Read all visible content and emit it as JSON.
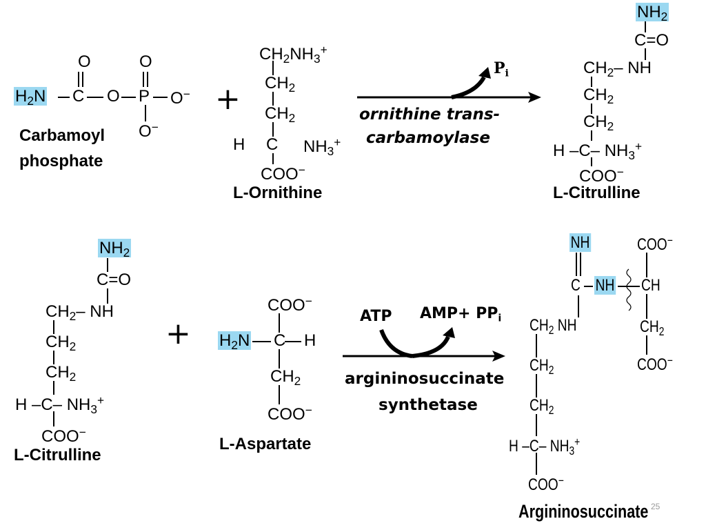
{
  "reaction1": {
    "carbamoyl_phosphate": {
      "amine": "H2N",
      "carbonyl_o": "O",
      "phosphoryl_o": "O",
      "phosphate_o_minus": "O",
      "phosphate_o_minus2": "O",
      "bridge_o": "O",
      "carbon": "C",
      "phosphorus": "P",
      "name_line1": "Carbamoyl",
      "name_line2": "phosphate"
    },
    "ornithine": {
      "ch2nh3": "CH2NH3+",
      "ch2_a": "CH2",
      "ch2_b": "CH2",
      "h": "H",
      "c": "C",
      "nh3": "NH3+",
      "coo": "COO−",
      "name": "L-Ornithine"
    },
    "byproduct": "Pi",
    "enzyme_line1": "ornithine trans-",
    "enzyme_line2": "carbamoylase",
    "citrulline": {
      "nh2": "NH2",
      "co": "C=O",
      "ch2nh": "CH2–NH",
      "ch2_a": "CH2",
      "ch2_b": "CH2",
      "hcnh3": "H–C–NH3+",
      "coo": "COO−",
      "name": "L-Citrulline"
    }
  },
  "reaction2": {
    "citrulline": {
      "nh2": "NH2",
      "co": "C=O",
      "ch2nh": "CH2–NH",
      "ch2_a": "CH2",
      "ch2_b": "CH2",
      "hcnh3": "H–C–NH3+",
      "coo": "COO−",
      "name": "L-Citrulline"
    },
    "aspartate": {
      "coo_top": "COO−",
      "h2n": "H2N",
      "c": "C",
      "h": "H",
      "ch2": "CH2",
      "coo_bottom": "COO−",
      "name": "L-Aspartate"
    },
    "cofactor_in": "ATP",
    "cofactor_out": "AMP+ PPi",
    "enzyme_line1": "argininosuccinate",
    "enzyme_line2": "synthetase",
    "argininosuccinate": {
      "nh_top": "NH",
      "coo_top": "COO−",
      "c_nh": "C–NH",
      "ch": "CH",
      "ch2nh": "CH2–NH",
      "ch2_right": "CH2",
      "ch2_a": "CH2",
      "coo_right": "COO−",
      "ch2_b": "CH2",
      "hcnh3": "H–C–NH3+",
      "coo_bottom": "COO−",
      "name": "Argininosuccinate"
    }
  },
  "page_number": "25",
  "colors": {
    "highlight": "#9bd8f1"
  }
}
